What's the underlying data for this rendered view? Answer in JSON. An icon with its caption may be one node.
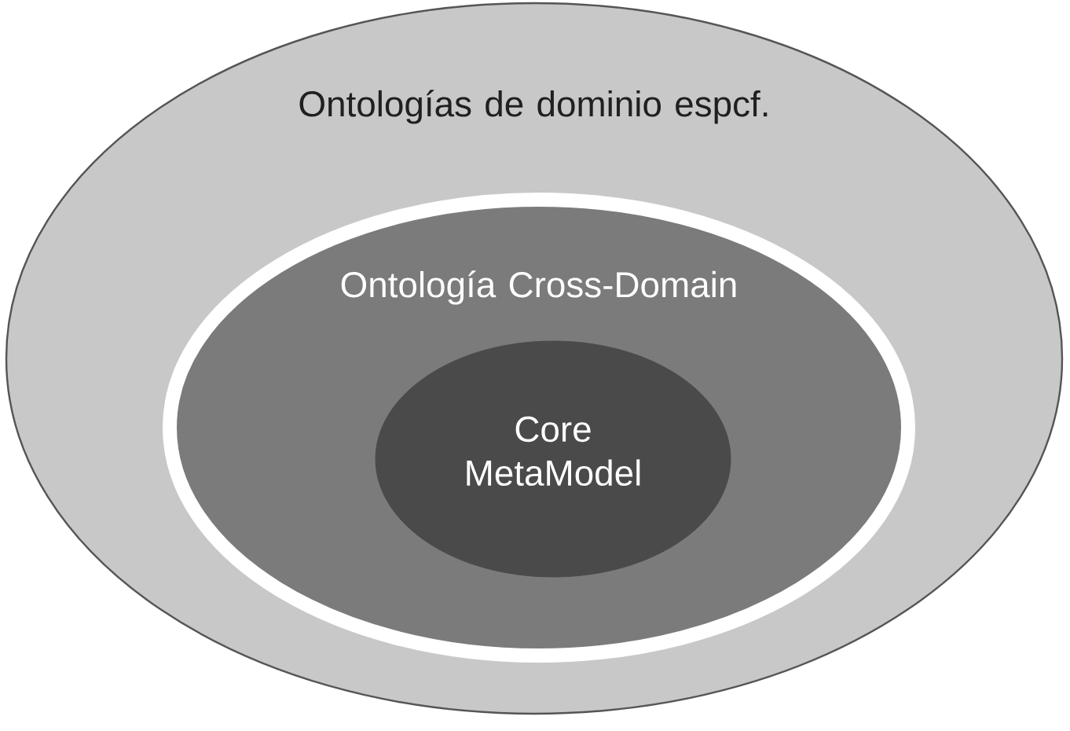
{
  "diagram": {
    "nodes": [
      {
        "text": [
          "Ontologías de dominio espcf."
        ]
      },
      {
        "text": [
          "Ontología Cross-Domain"
        ],
        "in": 0
      },
      {
        "text": [
          "Core MetaModel"
        ],
        "in": 1
      }
    ]
  }
}
